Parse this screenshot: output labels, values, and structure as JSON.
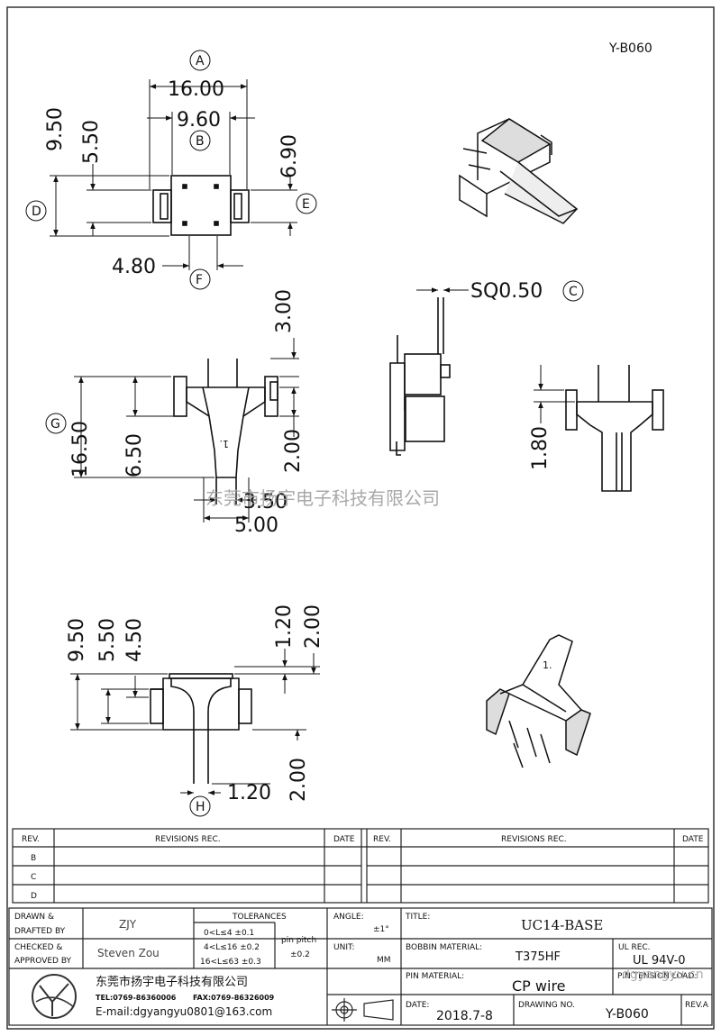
{
  "drawing_code_top": "Y-B060",
  "watermark": "东莞市扬宇电子科技有限公司",
  "watermark_url": "dgyangyu.cn",
  "callouts": {
    "a": "A",
    "b": "B",
    "c": "C",
    "d": "D",
    "e": "E",
    "f": "F",
    "g": "G",
    "h": "H"
  },
  "dims": {
    "d16_00": "16.00",
    "d9_60": "9.60",
    "d9_50": "9.50",
    "d5_50": "5.50",
    "d6_90": "6.90",
    "d4_80": "4.80",
    "d3_00": "3.00",
    "d16_50": "16.50",
    "d6_50": "6.50",
    "d2_00": "2.00",
    "d3_50": "3.50",
    "d5_00": "5.00",
    "sq0_50": "SQ0.50",
    "d1_80": "1.80",
    "b9_50": "9.50",
    "b5_50": "5.50",
    "b4_50": "4.50",
    "b1_20": "1.20",
    "b2_00": "2.00",
    "b2_00_low": "2.00",
    "b1_20_low": "1.20"
  },
  "pin_mark": "1.",
  "revisions": {
    "h_rev": "REV.",
    "h_rec": "REVISIONS   REC.",
    "h_date": "DATE",
    "rows": [
      "B",
      "C",
      "D"
    ]
  },
  "title_block": {
    "drawn_label_1": "DRAWN &",
    "drawn_label_2": "DRAFTED BY",
    "drawn_value": "ZJY",
    "checked_label_1": "CHECKED &",
    "checked_label_2": "APPROVED BY",
    "checked_value": "Steven Zou",
    "tol_label": "TOLERANCES",
    "tol_1": "0<L≤4    ±0.1",
    "tol_2": "4<L≤16  ±0.2",
    "tol_3": "16<L≤63  ±0.3",
    "pitch_label": "pin pitch",
    "pitch_value": "±0.2",
    "angle_label": "ANGLE:",
    "angle_value": "±1°",
    "unit_label": "UNIT:",
    "unit_value": "MM",
    "title_label": "TITLE:",
    "title_value": "UC14-BASE",
    "bobbin_label": "BOBBIN MATERIAL:",
    "bobbin_value": "T375HF",
    "ul_label": "UL REC.",
    "ul_value": "UL 94V-0",
    "pin_label": "PIN MATERIAL:",
    "pin_value": "CP wire",
    "tension_label": "PIN TENSION LOAD:",
    "date_label": "DATE:",
    "date_value": "2018.7-8",
    "drawing_label": "DRAWING NO.",
    "drawing_value": "Y-B060",
    "rev_label": "REV.A",
    "company": "东莞市扬宇电子科技有限公司",
    "tel": "TEL:0769-86360006",
    "fax": "FAX:0769-86326009",
    "email": "E-mail:dgyangyu0801@163.com"
  }
}
